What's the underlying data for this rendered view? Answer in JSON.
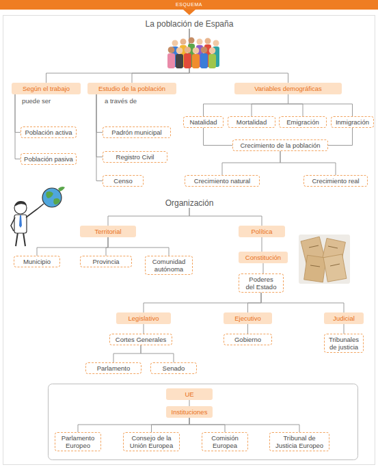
{
  "diagram": {
    "nodes": [
      {
        "text": [
          "ESQUEMA"
        ]
      },
      {
        "text": [
          "La población de España"
        ]
      },
      {
        "text": [
          "Según el trabajo"
        ]
      },
      {
        "text": [
          "Estudio de la población"
        ]
      },
      {
        "text": [
          "Variables demográficas"
        ]
      },
      {
        "text": [
          "Población activa"
        ]
      },
      {
        "text": [
          "Población pasiva"
        ]
      },
      {
        "text": [
          "Padrón municipal"
        ]
      },
      {
        "text": [
          "Registro Civil"
        ]
      },
      {
        "text": [
          "Censo"
        ]
      },
      {
        "text": [
          "Natalidad"
        ]
      },
      {
        "text": [
          "Mortalidad"
        ]
      },
      {
        "text": [
          "Emigración"
        ]
      },
      {
        "text": [
          "Inmigración"
        ]
      },
      {
        "text": [
          "Crecimiento de la población"
        ]
      },
      {
        "text": [
          "Crecimiento natural"
        ]
      },
      {
        "text": [
          "Crecimiento real"
        ]
      },
      {
        "text": [
          "Organización"
        ]
      },
      {
        "text": [
          "Territorial"
        ]
      },
      {
        "text": [
          "Política"
        ]
      },
      {
        "text": [
          "Municipio"
        ]
      },
      {
        "text": [
          "Provincia"
        ]
      },
      {
        "text": [
          "Comunidad autónoma"
        ]
      },
      {
        "text": [
          "Constitución"
        ]
      },
      {
        "text": [
          "Poderes del Estado"
        ]
      },
      {
        "text": [
          "Legislativo"
        ]
      },
      {
        "text": [
          "Ejecutivo"
        ]
      },
      {
        "text": [
          "Judicial"
        ]
      },
      {
        "text": [
          "Cortes Generales"
        ]
      },
      {
        "text": [
          "Gobierno"
        ]
      },
      {
        "text": [
          "Tribunales de justicia"
        ]
      },
      {
        "text": [
          "Parlamento"
        ]
      },
      {
        "text": [
          "Senado"
        ]
      },
      {
        "text": [
          "UE"
        ]
      },
      {
        "text": [
          "Instituciones"
        ]
      },
      {
        "text": [
          "Parlamento Europeo"
        ]
      },
      {
        "text": [
          "Consejo de la Unión Europea"
        ]
      },
      {
        "text": [
          "Comisión Europea"
        ]
      },
      {
        "text": [
          "Tribunal de Justicia Europeo"
        ]
      }
    ],
    "edges": [
      {
        "from": 1,
        "to": 2,
        "arrow": "none"
      },
      {
        "from": 1,
        "to": 3,
        "arrow": "none"
      },
      {
        "from": 1,
        "to": 4,
        "arrow": "none"
      },
      {
        "from": 2,
        "to": 5,
        "label": "puede ser",
        "arrow": "none"
      },
      {
        "from": 2,
        "to": 6,
        "arrow": "none"
      },
      {
        "from": 3,
        "to": 7,
        "label": "a través de",
        "arrow": "none"
      },
      {
        "from": 3,
        "to": 8,
        "arrow": "none"
      },
      {
        "from": 3,
        "to": 9,
        "arrow": "none"
      },
      {
        "from": 4,
        "to": 10,
        "arrow": "none"
      },
      {
        "from": 4,
        "to": 11,
        "arrow": "none"
      },
      {
        "from": 4,
        "to": 12,
        "arrow": "none"
      },
      {
        "from": 4,
        "to": 13,
        "arrow": "none"
      },
      {
        "from": 10,
        "to": 14,
        "arrow": "none"
      },
      {
        "from": 13,
        "to": 14,
        "arrow": "none"
      },
      {
        "from": 14,
        "to": 15,
        "arrow": "none"
      },
      {
        "from": 14,
        "to": 16,
        "arrow": "none"
      },
      {
        "from": 17,
        "to": 18,
        "arrow": "none"
      },
      {
        "from": 17,
        "to": 19,
        "arrow": "none"
      },
      {
        "from": 18,
        "to": 20,
        "arrow": "none"
      },
      {
        "from": 18,
        "to": 21,
        "arrow": "none"
      },
      {
        "from": 18,
        "to": 22,
        "arrow": "none"
      },
      {
        "from": 19,
        "to": 23,
        "arrow": "none"
      },
      {
        "from": 23,
        "to": 24,
        "arrow": "none"
      },
      {
        "from": 24,
        "to": 25,
        "arrow": "none"
      },
      {
        "from": 24,
        "to": 26,
        "arrow": "none"
      },
      {
        "from": 24,
        "to": 27,
        "arrow": "none"
      },
      {
        "from": 25,
        "to": 28,
        "arrow": "none"
      },
      {
        "from": 26,
        "to": 29,
        "arrow": "none"
      },
      {
        "from": 27,
        "to": 30,
        "arrow": "none"
      },
      {
        "from": 28,
        "to": 31,
        "arrow": "none"
      },
      {
        "from": 28,
        "to": 32,
        "arrow": "none"
      },
      {
        "from": 33,
        "to": 34,
        "arrow": "none"
      },
      {
        "from": 34,
        "to": 35,
        "arrow": "none"
      },
      {
        "from": 34,
        "to": 36,
        "arrow": "none"
      },
      {
        "from": 34,
        "to": 37,
        "arrow": "none"
      },
      {
        "from": 34,
        "to": 38,
        "arrow": "none"
      }
    ]
  }
}
